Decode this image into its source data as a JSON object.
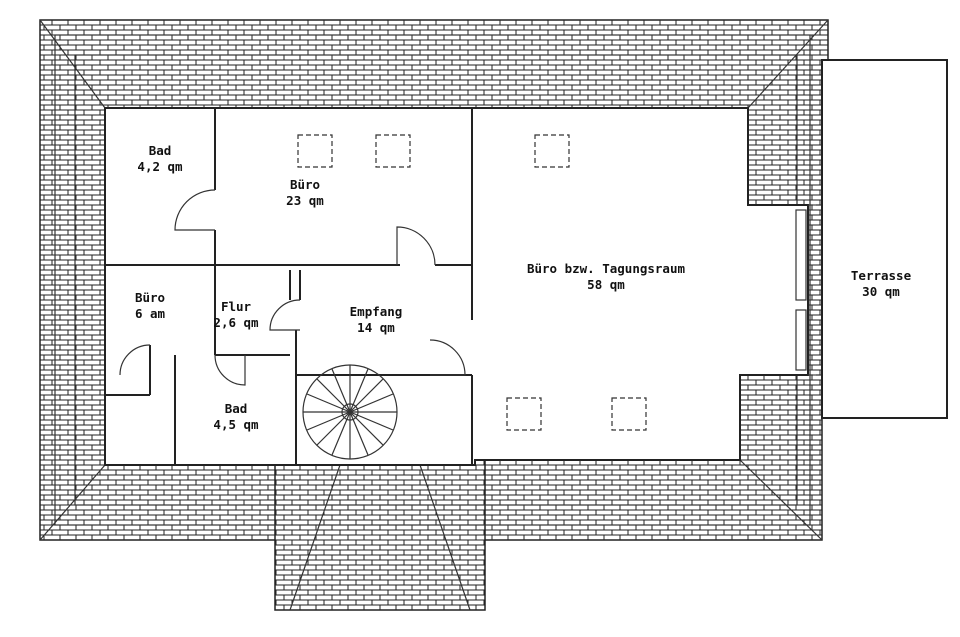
{
  "plan": {
    "rooms": [
      {
        "id": "bad-top",
        "name": "Bad",
        "area": "4,2 qm"
      },
      {
        "id": "buero-23",
        "name": "Büro",
        "area": "23 qm"
      },
      {
        "id": "buero-tagung",
        "name": "Büro bzw. Tagungsraum",
        "area": "58 qm"
      },
      {
        "id": "terrasse",
        "name": "Terrasse",
        "area": "30 qm"
      },
      {
        "id": "buero-6",
        "name": "Büro",
        "area": "6 am"
      },
      {
        "id": "flur",
        "name": "Flur",
        "area": "2,6 qm"
      },
      {
        "id": "empfang",
        "name": "Empfang",
        "area": "14 qm"
      },
      {
        "id": "bad-bottom",
        "name": "Bad",
        "area": "4,5 qm"
      }
    ]
  }
}
